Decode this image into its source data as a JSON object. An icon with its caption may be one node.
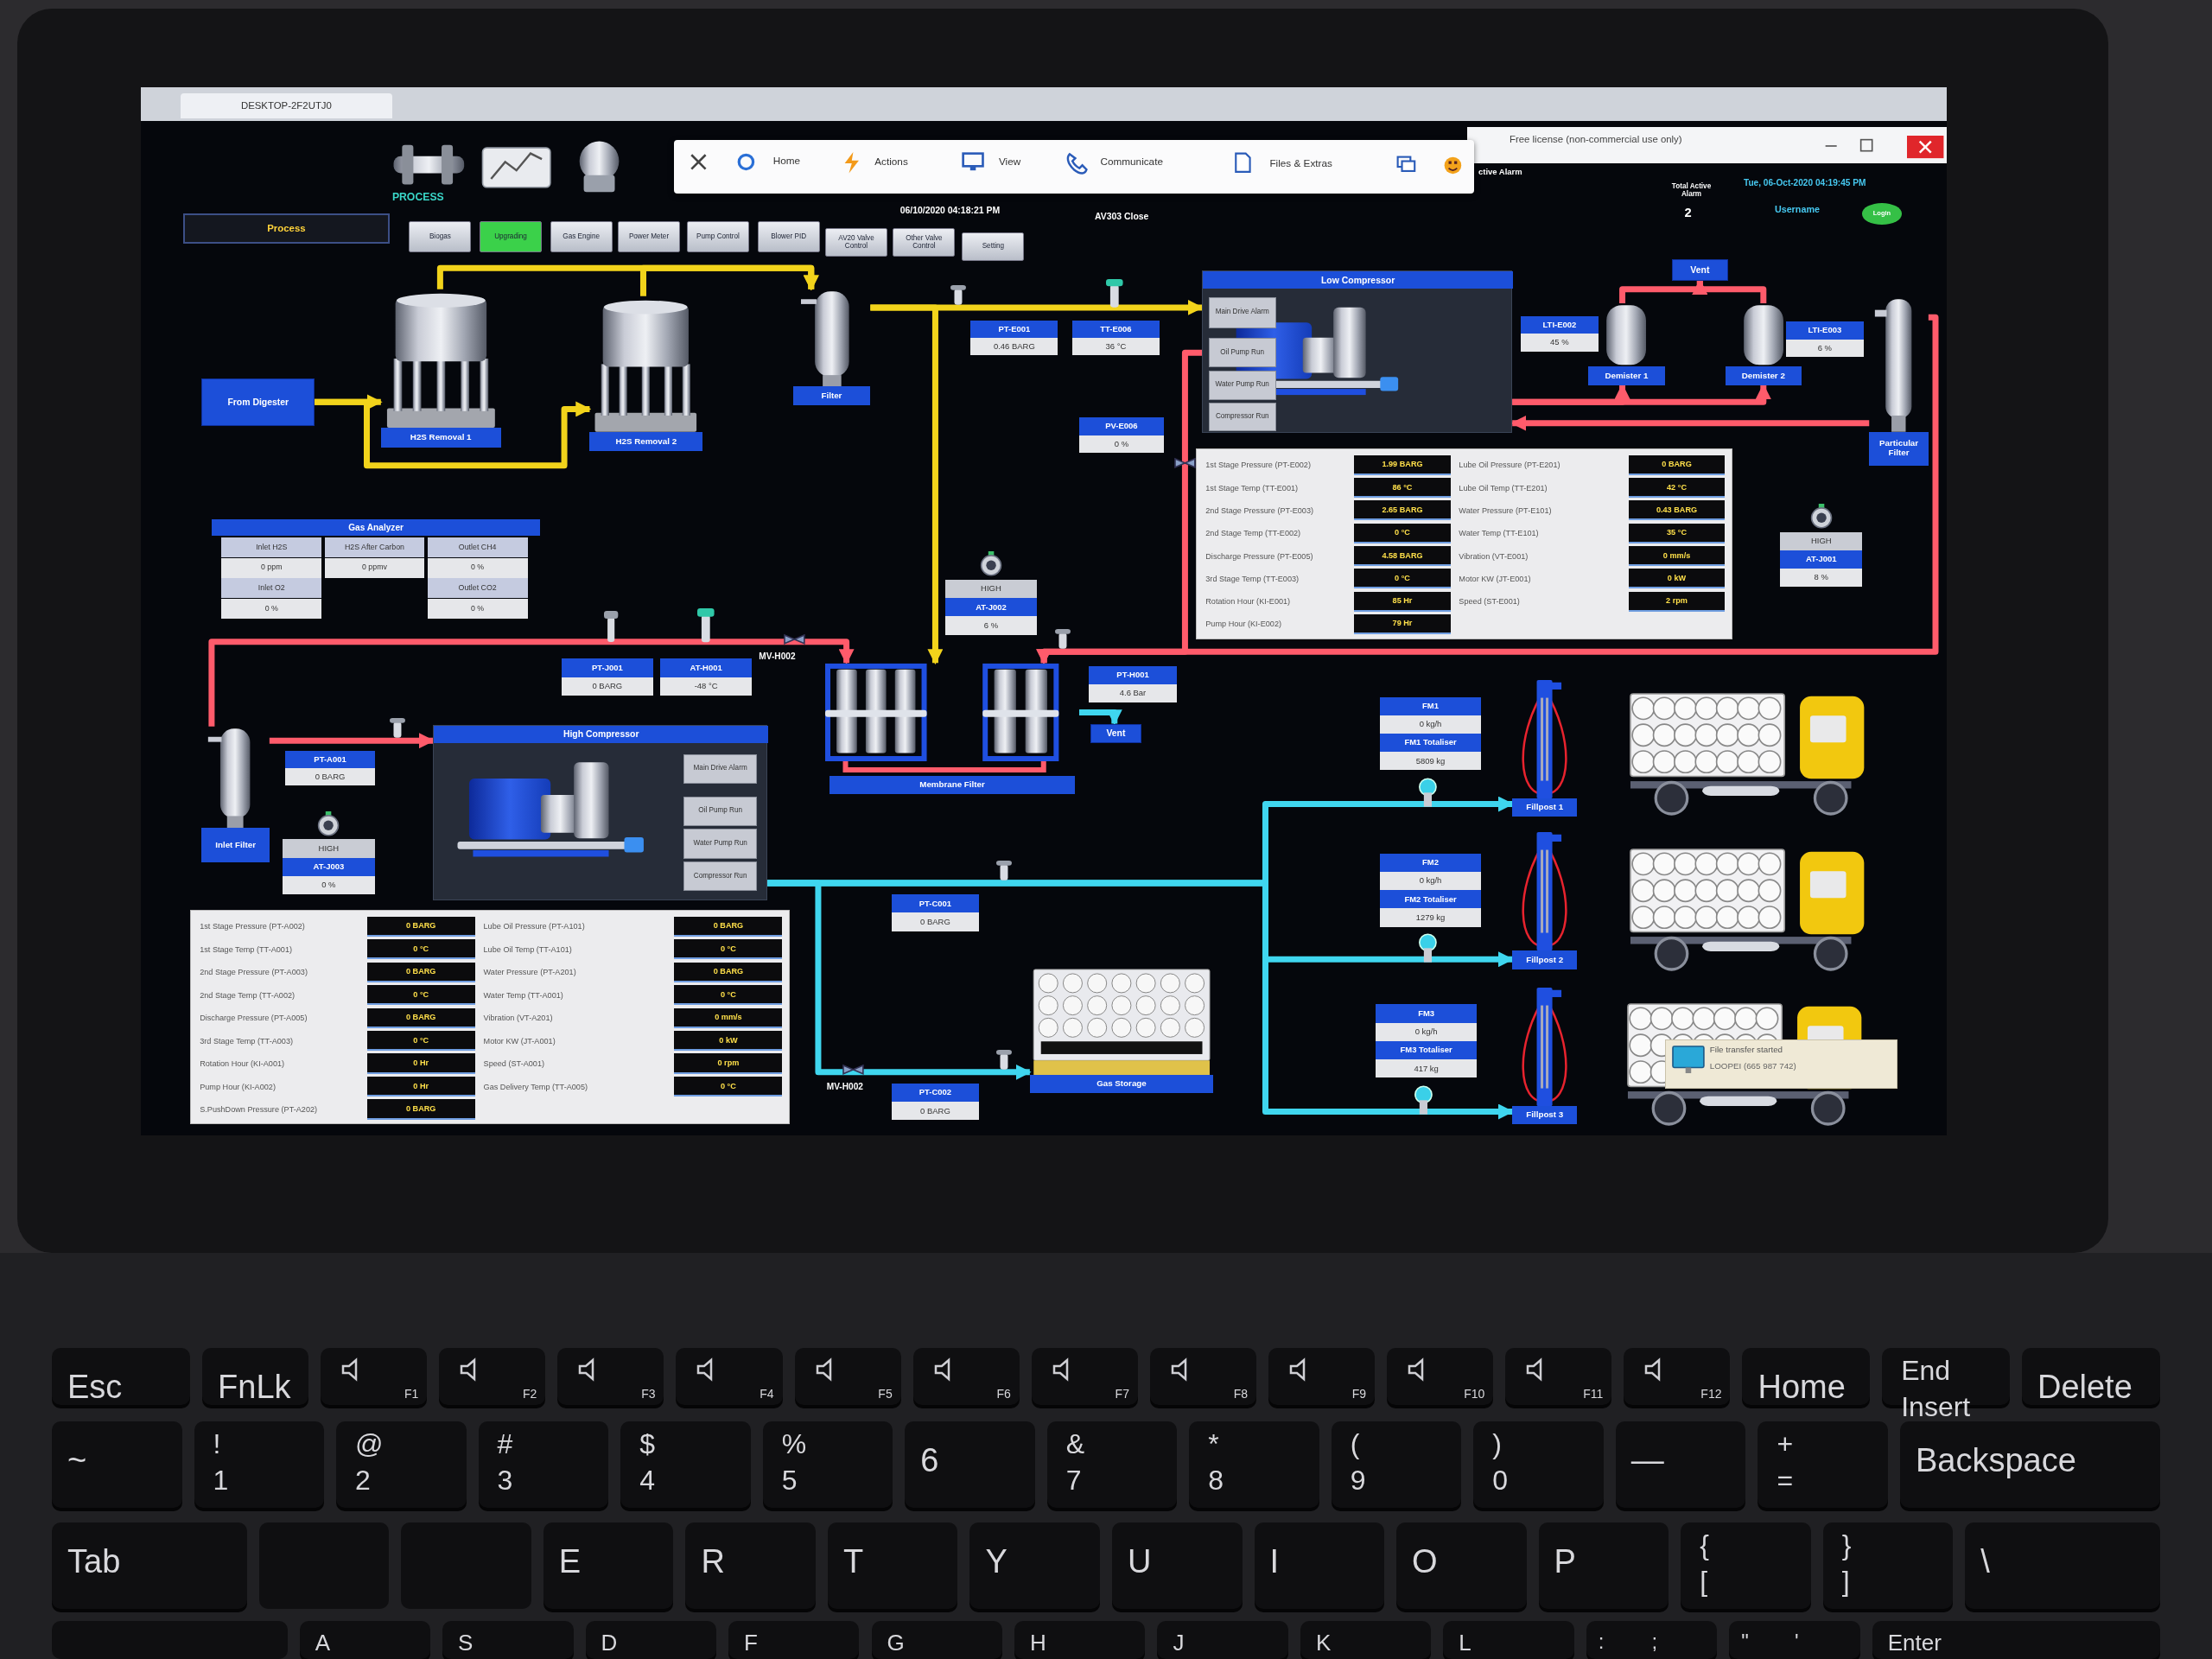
{
  "diagram": {
    "nodes": [
      {
        "text": [
          "From Digester"
        ]
      },
      {
        "text": [
          "H2S Removal 1"
        ]
      },
      {
        "text": [
          "H2S Removal 2"
        ]
      },
      {
        "text": [
          "Filter"
        ]
      },
      {
        "text": [
          "PT-E001",
          "0.46 BARG"
        ]
      },
      {
        "text": [
          "TT-E006",
          "36 °C"
        ]
      },
      {
        "text": [
          "PV-E006",
          "0 %"
        ]
      },
      {
        "text": [
          "Low Compressor"
        ]
      },
      {
        "text": [
          "Main Drive Alarm"
        ],
        "in": 7
      },
      {
        "text": [
          "Oil Pump Run"
        ],
        "in": 7
      },
      {
        "text": [
          "Water Pump Run"
        ],
        "in": 7
      },
      {
        "text": [
          "Compressor Run"
        ],
        "in": 7
      },
      {
        "text": [
          "Vent"
        ]
      },
      {
        "text": [
          "LTI-E002",
          "45 %"
        ]
      },
      {
        "text": [
          "Demister 1"
        ]
      },
      {
        "text": [
          "Demister 2"
        ]
      },
      {
        "text": [
          "LTI-E003",
          "6 %"
        ]
      },
      {
        "text": [
          "Particular Filter"
        ]
      },
      {
        "text": [
          "1st Stage Pressure (PT-E002)",
          "1.99 BARG",
          "Lube Oil Pressure (PT-E201)",
          "0 BARG",
          "1st Stage Temp (TT-E001)",
          "86 °C",
          "Lube Oil Temp (TT-E201)",
          "42 °C",
          "2nd Stage Pressure (PT-E003)",
          "2.65 BARG",
          "Water Pressure (PT-E101)",
          "0.43 BARG",
          "2nd Stage Temp (TT-E002)",
          "0 °C",
          "Water Temp (TT-E101)",
          "35 °C",
          "Discharge Pressure (PT-E005)",
          "4.58 BARG",
          "Vibration (VT-E001)",
          "0 mm/s",
          "3rd Stage Temp (TT-E003)",
          "0 °C",
          "Motor KW (JT-E001)",
          "0 kW",
          "Rotation Hour (KI-E001)",
          "85 Hr",
          "Speed (ST-E001)",
          "2 rpm",
          "Pump Hour (KI-E002)",
          "79 Hr"
        ]
      },
      {
        "text": [
          "HIGH",
          "AT-J001",
          "8 %"
        ]
      },
      {
        "text": [
          "Gas Analyzer",
          "Inlet H2S",
          "0 ppm",
          "H2S After Carbon",
          "0 ppmv",
          "Outlet CH4",
          "0 %",
          "Inlet O2",
          "0 %",
          "Outlet CO2",
          "0 %"
        ]
      },
      {
        "text": [
          "HIGH",
          "AT-J002",
          "6 %"
        ]
      },
      {
        "text": [
          "PT-J001",
          "0 BARG"
        ]
      },
      {
        "text": [
          "AT-H001",
          "-48 °C"
        ]
      },
      {
        "text": [
          "Membrane Filter"
        ]
      },
      {
        "text": [
          "PT-H001",
          "4.6 Bar"
        ]
      },
      {
        "text": [
          "Vent"
        ]
      },
      {
        "text": [
          "Inlet Filter"
        ]
      },
      {
        "text": [
          "PT-A001",
          "0 BARG"
        ]
      },
      {
        "text": [
          "HIGH",
          "AT-J003",
          "0 %"
        ]
      },
      {
        "text": [
          "High Compressor"
        ]
      },
      {
        "text": [
          "Main Drive Alarm"
        ],
        "in": 30
      },
      {
        "text": [
          "Oil Pump Run"
        ],
        "in": 30
      },
      {
        "text": [
          "Water Pump Run"
        ],
        "in": 30
      },
      {
        "text": [
          "Compressor Run"
        ],
        "in": 30
      },
      {
        "text": [
          "1st Stage Pressure (PT-A002)",
          "0 BARG",
          "Lube Oil Pressure (PT-A101)",
          "0 BARG",
          "1st Stage Temp (TT-A001)",
          "0 °C",
          "Lube Oil Temp (TT-A101)",
          "0 °C",
          "2nd Stage Pressure (PT-A003)",
          "0 BARG",
          "Water Pressure (PT-A201)",
          "0 BARG",
          "2nd Stage Temp (TT-A002)",
          "0 °C",
          "Water Temp (TT-A001)",
          "0 °C",
          "Discharge Pressure (PT-A005)",
          "0 BARG",
          "Vibration (VT-A201)",
          "0 mm/s",
          "3rd Stage Temp (TT-A003)",
          "0 °C",
          "Motor KW (JT-A001)",
          "0 kW",
          "Rotation Hour (KI-A001)",
          "0 Hr",
          "Speed (ST-A001)",
          "0 rpm",
          "Pump Hour (KI-A002)",
          "0 Hr",
          "Gas Delivery Temp (TT-A005)",
          "0 °C",
          "S.PushDown Pressure (PT-A202)",
          "0 BARG"
        ]
      },
      {
        "text": [
          "PT-C001",
          "0 BARG"
        ]
      },
      {
        "text": [
          "PT-C002",
          "0 BARG"
        ]
      },
      {
        "text": [
          "Gas Storage"
        ]
      },
      {
        "text": [
          "FM1",
          "0 kg/h",
          "FM1 Totaliser",
          "5809 kg"
        ]
      },
      {
        "text": [
          "Fillpost 1"
        ]
      },
      {
        "text": [
          "FM2",
          "0 kg/h",
          "FM2 Totaliser",
          "1279 kg"
        ]
      },
      {
        "text": [
          "Fillpost 2"
        ]
      },
      {
        "text": [
          "FM3",
          "0 kg/h",
          "FM3 Totaliser",
          "417 kg"
        ]
      },
      {
        "text": [
          "Fillpost 3"
        ]
      }
    ],
    "edges": [
      {
        "from": 0,
        "to": 1,
        "arrow": "to",
        "color": "#f2d31b"
      },
      {
        "from": 0,
        "to": 2,
        "arrow": "to",
        "color": "#f2d31b"
      },
      {
        "from": 1,
        "to": 3,
        "arrow": "to",
        "color": "#f2d31b"
      },
      {
        "from": 2,
        "to": 3,
        "arrow": "to",
        "color": "#f2d31b"
      },
      {
        "from": 3,
        "to": 7,
        "arrow": "to",
        "color": "#f2d31b"
      },
      {
        "from": 3,
        "to": 24,
        "arrow": "to",
        "color": "#f2d31b"
      },
      {
        "from": 7,
        "to": 14,
        "arrow": "to",
        "color": "#ff5b6b"
      },
      {
        "from": 7,
        "to": 15,
        "arrow": "to",
        "color": "#ff5b6b"
      },
      {
        "from": 14,
        "to": 12,
        "arrow": "to",
        "color": "#ff5b6b"
      },
      {
        "from": 15,
        "to": 12,
        "arrow": "to",
        "color": "#ff5b6b"
      },
      {
        "from": 17,
        "to": 7,
        "arrow": "to",
        "color": "#ff5b6b"
      },
      {
        "from": 17,
        "to": 24,
        "arrow": "to",
        "color": "#ff5b6b"
      },
      {
        "from": 7,
        "to": 24,
        "arrow": "to",
        "color": "#ff5b6b"
      },
      {
        "from": 27,
        "to": 24,
        "arrow": "to",
        "color": "#ff5b6b"
      },
      {
        "from": 27,
        "to": 30,
        "arrow": "to",
        "color": "#ff5b6b"
      },
      {
        "from": 30,
        "to": 40,
        "arrow": "to",
        "color": "#3fd6ef"
      },
      {
        "from": 30,
        "to": 42,
        "arrow": "to",
        "color": "#3fd6ef"
      },
      {
        "from": 30,
        "to": 44,
        "arrow": "to",
        "color": "#3fd6ef"
      },
      {
        "from": 30,
        "to": 38,
        "arrow": "to",
        "color": "#3fd6ef"
      },
      {
        "from": 24,
        "to": 26,
        "arrow": "to",
        "color": "#3fd6ef"
      }
    ],
    "labels": [
      "DESKTOP-2F2UTJ0",
      "Free license (non-commercial use only)",
      "Home",
      "Actions",
      "View",
      "Communicate",
      "Files & Extras",
      "PROCESS",
      "Process",
      "Biogas",
      "Upgrading",
      "Gas Engine",
      "Power Meter",
      "Pump Control",
      "Blower PID",
      "AV20 Valve Control",
      "Other Valve Control",
      "Setting",
      "06/10/2020 04:18:21 PM",
      "AV303 Close",
      "ctive Alarm",
      "Total Active Alarm",
      "2",
      "Tue, 06-Oct-2020 04:19:45 PM",
      "Username",
      "Login",
      "MV-H002",
      "MV-H002",
      "File transfer started",
      "LOOPEI (665 987 742)",
      "Esc",
      "FnLk",
      "F1",
      "F2",
      "F3",
      "F4",
      "F5",
      "F6",
      "F7",
      "F8",
      "F9",
      "F10",
      "F11",
      "F12",
      "Home",
      "End",
      "Insert",
      "Delete",
      "~",
      "!",
      "1",
      "@",
      "2",
      "#",
      "3",
      "$",
      "4",
      "%",
      "5",
      "6",
      "&",
      "7",
      "*",
      "8",
      "(",
      "9",
      ")",
      "0",
      "—",
      "+",
      "=",
      "Backspace",
      "Tab",
      "E",
      "R",
      "T",
      "Y",
      "U",
      "I",
      "O",
      "P",
      "{",
      "[",
      "}",
      "]",
      "\\",
      "A",
      "S",
      "D",
      "F",
      "G",
      "H",
      "J",
      "K",
      "L",
      ":",
      ";",
      "\"",
      "'",
      "Enter"
    ]
  }
}
